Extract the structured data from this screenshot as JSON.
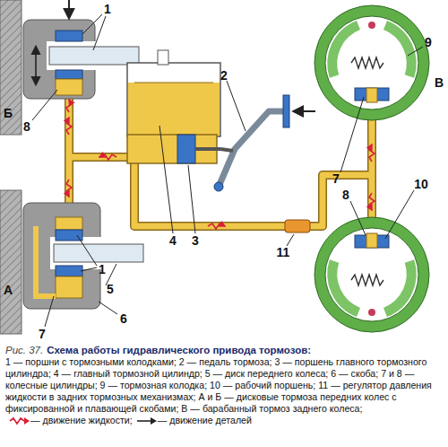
{
  "diagram": {
    "caption": "Схема работы гидравлического привода тормозов:",
    "labels": [
      "1",
      "Б",
      "8",
      "2",
      "В",
      "9",
      "8",
      "7",
      "10",
      "4",
      "3",
      "11",
      "1",
      "5",
      "А",
      "6",
      "7",
      "Рис. 37.",
      "1 — поршни с тормозными колодками; 2 — педаль тормоза; 3 — поршень главного тормозного цилиндра; 4 — главный тормозной цилиндр; 5 — диск переднего колеса; 6 — скоба; 7 и 8 — колесные цилиндры; 9 — тормозная колодка; 10 — рабочий поршень; 11 — регулятор давления жидкости в задних тормозных механизмах; А и Б — дисковые тормоза передних колес с фиксированной и плавающей скобами; В — барабанный тормоз заднего колеса;"
    ],
    "legend": [
      {
        "text": "— движение жидкости;"
      },
      {
        "text": "— движение деталей"
      }
    ]
  }
}
